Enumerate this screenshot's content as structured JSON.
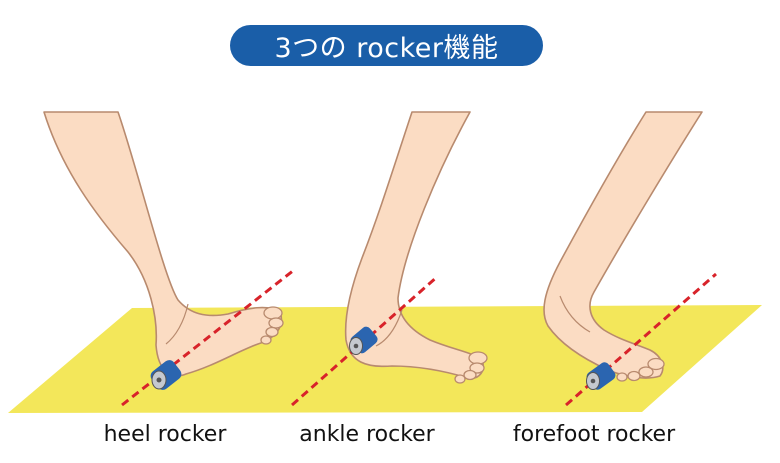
{
  "title": "3つの rocker機能",
  "captions": {
    "heel": "heel rocker",
    "ankle": "ankle rocker",
    "forefoot": "forefoot rocker"
  },
  "colors": {
    "title_bg": "#1a5ea8",
    "floor": "#f3e75a",
    "skin": "#fbdcc3",
    "skin_outline": "#b88a6e",
    "axis_line": "#d8232a",
    "roller_blue": "#2b65b0",
    "roller_gray": "#c5c9cf"
  }
}
